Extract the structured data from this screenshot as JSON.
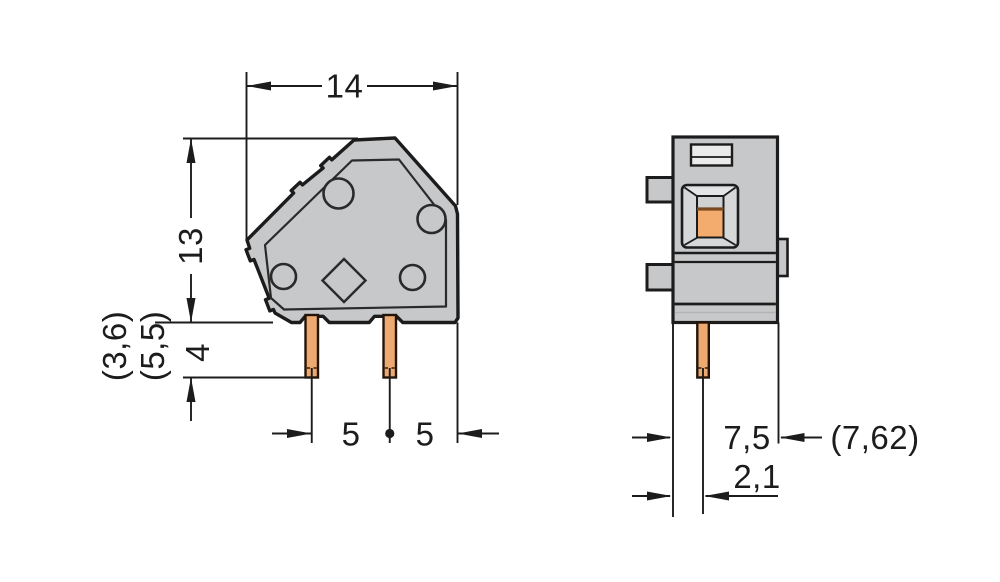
{
  "drawing": {
    "type": "technical-dimension-drawing",
    "subject": "PCB terminal block, front and side view",
    "background": "#ffffff",
    "ink": "#1c1c1c",
    "body_fill": "#c7c8c9",
    "detail_fill": "#d6d7d8",
    "slot_fill": "#ebebeb",
    "pin_fill": "#edaa70",
    "clamp_fill": "#f3ac6d",
    "clamp_edge": "#7a4b20"
  },
  "dimensions": {
    "front": {
      "width": "14",
      "height": "13",
      "pin_length": "4",
      "pin_length_alt_a": "(3,6)",
      "pin_length_alt_b": "(5,5)",
      "pin_pitch_left": "5",
      "pin_pitch_right": "5"
    },
    "side": {
      "depth": "7,5",
      "depth_reference": "(7,62)",
      "pin_offset": "2,1"
    }
  }
}
